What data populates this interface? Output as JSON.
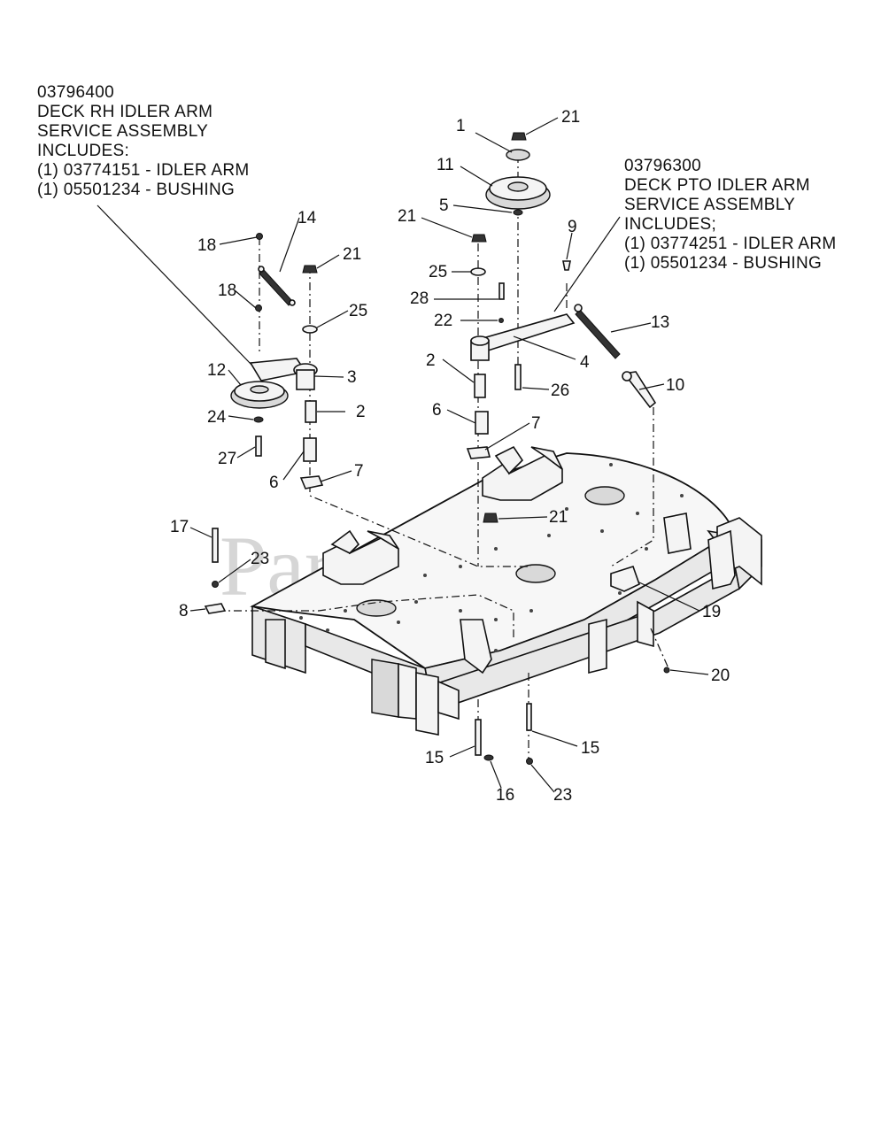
{
  "watermark": "PartsTree",
  "notes": {
    "left": {
      "lines": [
        "03796400",
        "DECK RH IDLER ARM",
        "SERVICE ASSEMBLY",
        "INCLUDES:",
        "(1) 03774151 - IDLER ARM",
        "(1) 05501234 - BUSHING"
      ]
    },
    "right": {
      "lines": [
        "03796300",
        "DECK PTO IDLER ARM",
        "SERVICE ASSEMBLY",
        "INCLUDES;",
        "(1) 03774251 - IDLER ARM",
        "(1) 05501234 - BUSHING"
      ]
    }
  },
  "callouts": {
    "c1": "1",
    "c21a": "21",
    "c11": "11",
    "c5": "5",
    "c21b": "21",
    "c9": "9",
    "c25a": "25",
    "c28": "28",
    "c22": "22",
    "c13": "13",
    "c4": "4",
    "c2a": "2",
    "c26": "26",
    "c10": "10",
    "c6a": "6",
    "c7a": "7",
    "c14": "14",
    "c18a": "18",
    "c21c": "21",
    "c18b": "18",
    "c25b": "25",
    "c12": "12",
    "c3": "3",
    "c2b": "2",
    "c24": "24",
    "c27": "27",
    "c6b": "6",
    "c7b": "7",
    "c21d": "21",
    "c17": "17",
    "c23a": "23",
    "c8": "8",
    "c19": "19",
    "c20": "20",
    "c15a": "15",
    "c15b": "15",
    "c16": "16",
    "c23b": "23"
  }
}
